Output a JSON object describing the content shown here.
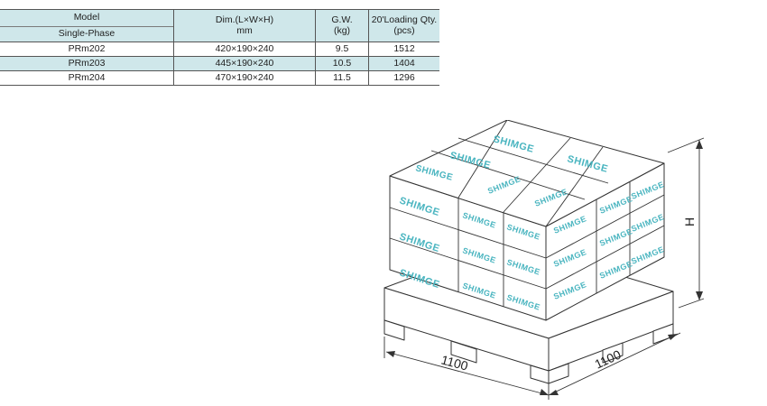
{
  "table": {
    "headers": {
      "model": "Model",
      "phase": "Single-Phase",
      "dim_line1": "Dim.(L×W×H)",
      "dim_line2": "mm",
      "gw_line1": "G.W.",
      "gw_line2": "(kg)",
      "qty_line1": "20'Loading Qty.",
      "qty_line2": "(pcs)"
    },
    "rows": [
      {
        "model": "PRm202",
        "dim": "420×190×240",
        "gw": "9.5",
        "qty": "1512"
      },
      {
        "model": "PRm203",
        "dim": "445×190×240",
        "gw": "10.5",
        "qty": "1404"
      },
      {
        "model": "PRm204",
        "dim": "470×190×240",
        "gw": "11.5",
        "qty": "1296"
      }
    ]
  },
  "figure": {
    "brand": "SHIMGE",
    "height_label": "H",
    "length_label": "1100",
    "width_label": "1100",
    "colors": {
      "brand": "#4ab5c0",
      "line": "#333333",
      "header_bg": "#cfe7ea"
    }
  }
}
